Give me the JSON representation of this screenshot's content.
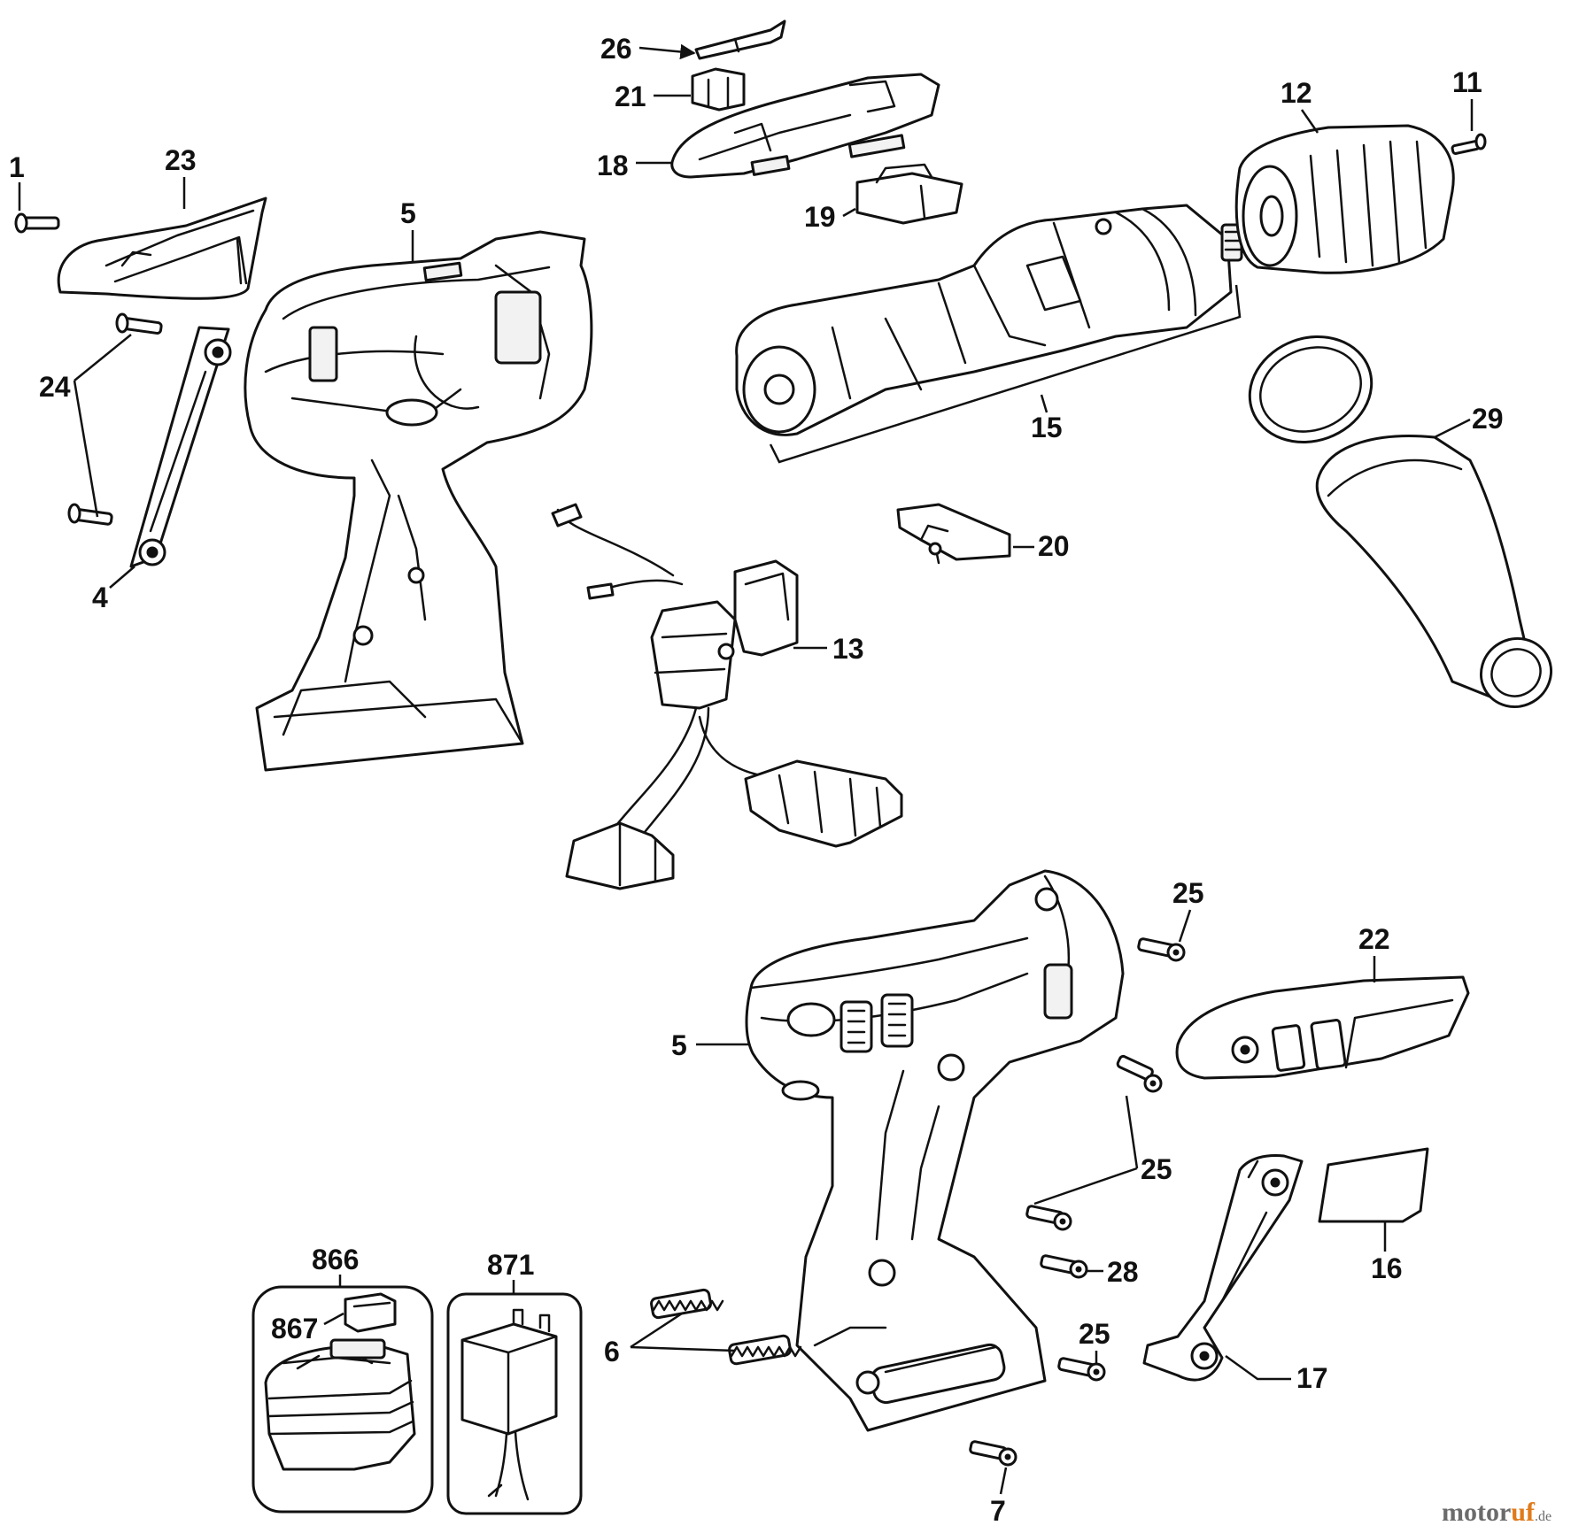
{
  "labels": {
    "p1": "1",
    "p23": "23",
    "p24": "24",
    "p4": "4",
    "p5_top": "5",
    "p26": "26",
    "p21": "21",
    "p18": "18",
    "p19": "19",
    "p12": "12",
    "p11": "11",
    "p15": "15",
    "p29": "29",
    "p20": "20",
    "p13": "13",
    "p25_a": "25",
    "p22": "22",
    "p5_bottom": "5",
    "p25_b": "25",
    "p16": "16",
    "p28": "28",
    "p866": "866",
    "p867": "867",
    "p871": "871",
    "p6": "6",
    "p25_c": "25",
    "p17": "17",
    "p7": "7"
  },
  "watermark": {
    "brand_a": "motor",
    "brand_b": "uf",
    "suffix": ".de"
  }
}
